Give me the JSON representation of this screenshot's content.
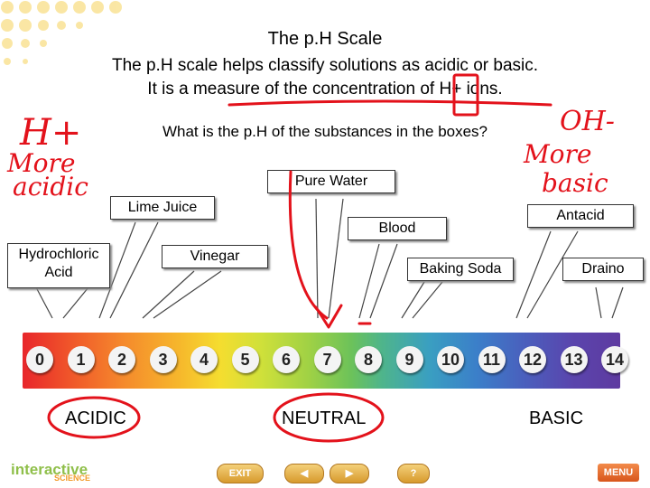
{
  "header": {
    "title": "The p.H Scale",
    "subtitle_line1": "The p.H scale helps classify solutions as acidic or basic.",
    "subtitle_line2": "It is a measure of the concentration of H+ ions.",
    "question": "What is the p.H of the substances in the boxes?"
  },
  "substances": {
    "pure_water": "Pure Water",
    "lime_juice": "Lime Juice",
    "blood": "Blood",
    "antacid": "Antacid",
    "hydrochloric_acid_line1": "Hydrochloric",
    "hydrochloric_acid_line2": "Acid",
    "vinegar": "Vinegar",
    "baking_soda": "Baking Soda",
    "draino": "Draino"
  },
  "scale": {
    "numbers": [
      "0",
      "1",
      "2",
      "3",
      "4",
      "5",
      "6",
      "7",
      "8",
      "9",
      "10",
      "11",
      "12",
      "13",
      "14"
    ],
    "acidic": "ACIDIC",
    "neutral": "NEUTRAL",
    "basic": "BASIC"
  },
  "annotations": {
    "h_plus": "H+",
    "more_acidic_1": "More",
    "more_acidic_2": "acidic",
    "oh_minus": "OH-",
    "more_basic_1": "More",
    "more_basic_2": "basic"
  },
  "footer": {
    "logo_main": "interactive",
    "logo_sub": "SCIENCE",
    "exit_label": "EXIT",
    "back_icon": "left-arrow-icon",
    "forward_icon": "right-arrow-icon",
    "help_label": "?",
    "menu_label": "MENU"
  },
  "colors": {
    "annotation": "#e3121b",
    "nav_button": "#e2a83a",
    "menu_button": "#e56a2a"
  }
}
